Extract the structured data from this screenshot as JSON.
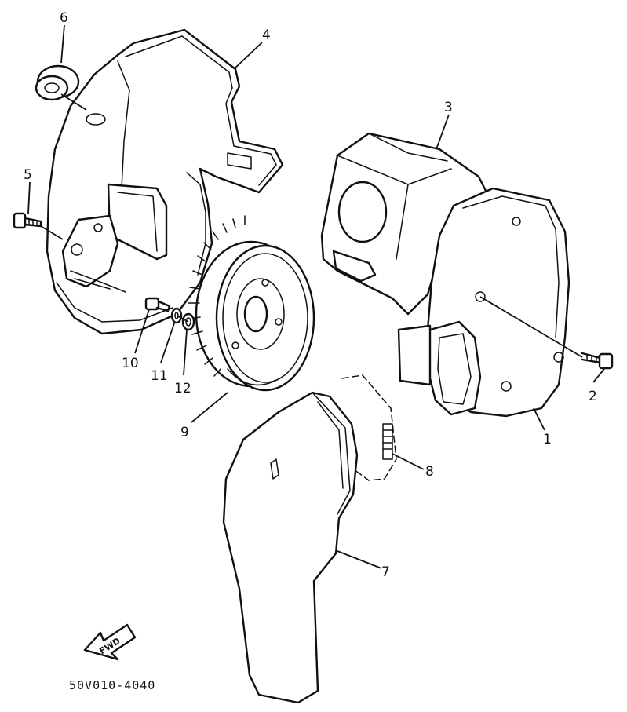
{
  "callouts": [
    "1",
    "2",
    "3",
    "4",
    "5",
    "6",
    "7",
    "8",
    "9",
    "10",
    "11",
    "12"
  ],
  "fwd_label": "FWD",
  "drawing_code": "50V010-4040"
}
